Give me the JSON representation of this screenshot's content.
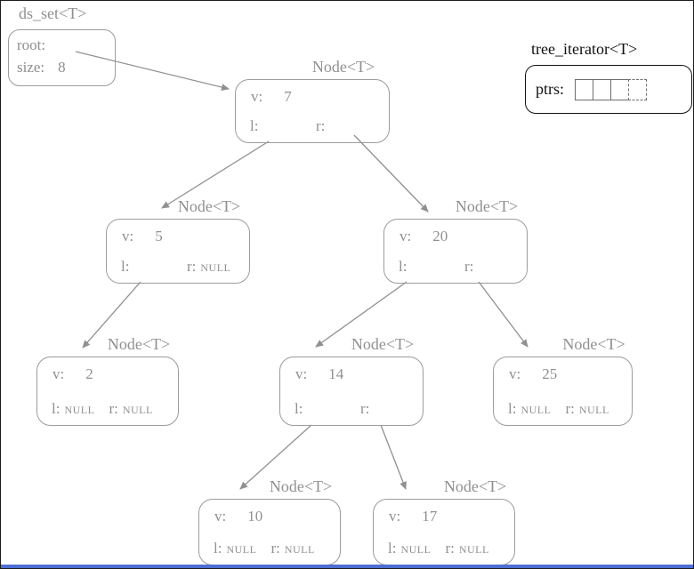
{
  "colors": {
    "node_gray": "#909090",
    "iterator_black": "#111111",
    "bottom_bar_blue": "#4d6fd2"
  },
  "set_box": {
    "title": "ds_set<T>",
    "root_label": "root:",
    "size_label": "size:",
    "size_value": "8"
  },
  "iterator": {
    "title": "tree_iterator<T>",
    "ptrs_label": "ptrs:",
    "cell_count": 4,
    "last_cell_style": "dashed"
  },
  "node_type_label": "Node<T>",
  "field_labels": {
    "value": "v:",
    "left": "l:",
    "right": "r:",
    "null_text": "NULL"
  },
  "nodes": [
    {
      "name": "node-7",
      "value": "7",
      "left": "",
      "right": ""
    },
    {
      "name": "node-5",
      "value": "5",
      "left": "",
      "right": "NULL"
    },
    {
      "name": "node-20",
      "value": "20",
      "left": "",
      "right": ""
    },
    {
      "name": "node-2",
      "value": "2",
      "left": "NULL",
      "right": "NULL"
    },
    {
      "name": "node-14",
      "value": "14",
      "left": "",
      "right": ""
    },
    {
      "name": "node-25",
      "value": "25",
      "left": "NULL",
      "right": "NULL"
    },
    {
      "name": "node-10",
      "value": "10",
      "left": "NULL",
      "right": "NULL"
    },
    {
      "name": "node-17",
      "value": "17",
      "left": "NULL",
      "right": "NULL"
    }
  ],
  "edges": [
    {
      "from": "ds_set.root",
      "to": "node-7"
    },
    {
      "from": "node-7.l",
      "to": "node-5"
    },
    {
      "from": "node-7.r",
      "to": "node-20"
    },
    {
      "from": "node-5.l",
      "to": "node-2"
    },
    {
      "from": "node-20.l",
      "to": "node-14"
    },
    {
      "from": "node-20.r",
      "to": "node-25"
    },
    {
      "from": "node-14.l",
      "to": "node-10"
    },
    {
      "from": "node-14.r",
      "to": "node-17"
    }
  ]
}
